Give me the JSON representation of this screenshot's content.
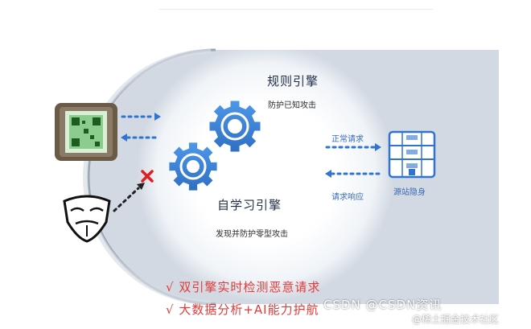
{
  "engines": {
    "rule_engine": {
      "title": "规则引擎",
      "subtitle": "防护已知攻击"
    },
    "self_learning_engine": {
      "title": "自学习引擎",
      "subtitle": "发现并防护零型攻击"
    }
  },
  "flows": {
    "normal_request": "正常请求",
    "request_response": "请求响应"
  },
  "server": {
    "label": "源站隐身"
  },
  "features": [
    "√ 双引擎实时检测恶意请求",
    "√ 大数据分析+AI能力护航"
  ],
  "watermarks": {
    "primary": "CSDN @CSDN资讯",
    "secondary": "@稀土掘金技术社区"
  },
  "colors": {
    "accent_blue": "#2f74d0",
    "blocked_red": "#e02020",
    "feature_red": "#e13a3a"
  },
  "icons": [
    "gear-icon",
    "qr-code-icon",
    "hacker-mask-icon",
    "server-icon",
    "blocked-x-icon"
  ]
}
